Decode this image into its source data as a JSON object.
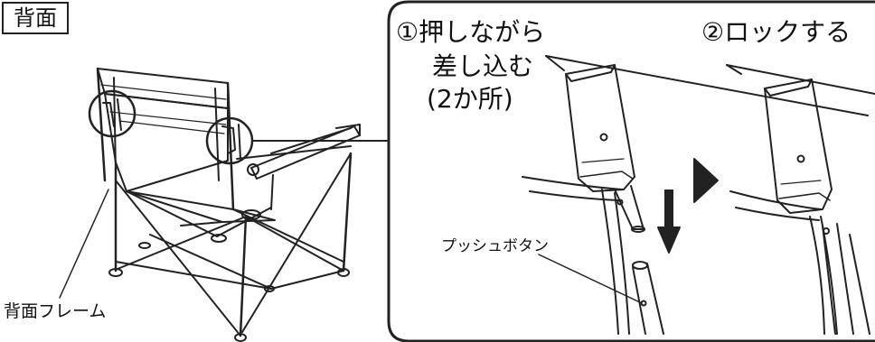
{
  "view_label": "背面",
  "steps": {
    "step1": "①押しながら",
    "step1_line2": "差し込む",
    "step1_line3": "(2か所)",
    "step2": "②ロックする"
  },
  "callouts": {
    "push_button": "プッシュボタン",
    "back_frame": "背面フレーム"
  }
}
